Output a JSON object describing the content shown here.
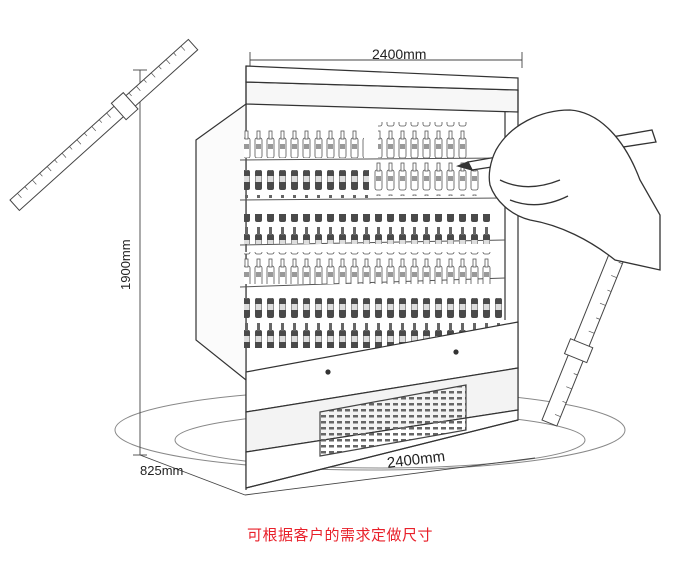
{
  "dimensions": {
    "width_top": "2400mm",
    "width_bottom": "2400mm",
    "depth": "825mm",
    "height": "1900mm"
  },
  "caption": "可根据客户的需求定做尺寸",
  "colors": {
    "line": "#333333",
    "caption": "#e8202a",
    "accent_shadow": "#cfcfcf"
  },
  "icons": [
    "ruler-icon",
    "hand-with-pen-icon",
    "beverage-bottle-icon"
  ]
}
